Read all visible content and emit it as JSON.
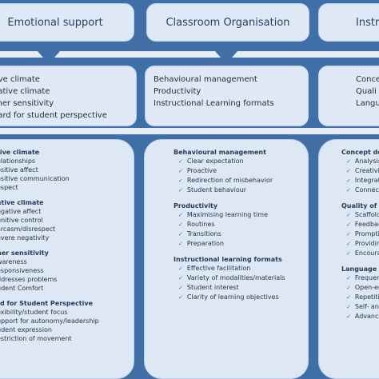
{
  "headers": [
    {
      "label": "Emotional support"
    },
    {
      "label": "Classroom Organisation"
    },
    {
      "label": "Instru"
    }
  ],
  "summaries": [
    {
      "items": [
        "tive climate",
        "gative climate",
        "cher sensitivity",
        "gard for student perspective"
      ]
    },
    {
      "items": [
        "Behavioural management",
        "Productivity",
        "Instructional Learning formats"
      ]
    },
    {
      "items": [
        "Concep",
        "Quali",
        "Langu"
      ]
    }
  ],
  "details": [
    {
      "sections": [
        {
          "title": "tive climate",
          "items": [
            "elationships",
            "ositive affect",
            "ositive communication",
            "espect"
          ]
        },
        {
          "title": "ative climate",
          "items": [
            "egative affect",
            "unitive control",
            "arcasm/disrespect",
            "evere negativity"
          ]
        },
        {
          "title": "her sensitivity",
          "items": [
            "wareness",
            "esponsiveness",
            "ddresses problems",
            "udent Comfort"
          ]
        },
        {
          "title": "rd for Student Perspective",
          "items": [
            "exibility/student focus",
            "upport for autonomy/leadership",
            "udent expression",
            "estriction of movement"
          ]
        }
      ]
    },
    {
      "sections": [
        {
          "title": "Behavioural management",
          "items": [
            "Clear expectation",
            "Proactive",
            "Redirection of misbehavior",
            "Student behaviour"
          ]
        },
        {
          "title": "Productivity",
          "items": [
            "Maximising learning time",
            "Routines",
            "Transitions",
            "Preparation"
          ]
        },
        {
          "title": "Instructional learning formats",
          "items": [
            "Effective facilitation",
            "Variety of modalities/materials",
            "Student interest",
            "Clarity of learning objectives"
          ]
        }
      ]
    },
    {
      "sections": [
        {
          "title": "Concept de",
          "items": [
            "Analysis a",
            "Creativity",
            "Integratio",
            "Connectio"
          ]
        },
        {
          "title": "Quality of fe",
          "items": [
            "Scaffoldin",
            "Feedback",
            "Promptin",
            "Providing",
            "Encourag"
          ]
        },
        {
          "title": "Language M",
          "items": [
            "Frequent",
            "Open-end",
            "Repetitio",
            "Self- and",
            "Advance"
          ]
        }
      ]
    }
  ]
}
